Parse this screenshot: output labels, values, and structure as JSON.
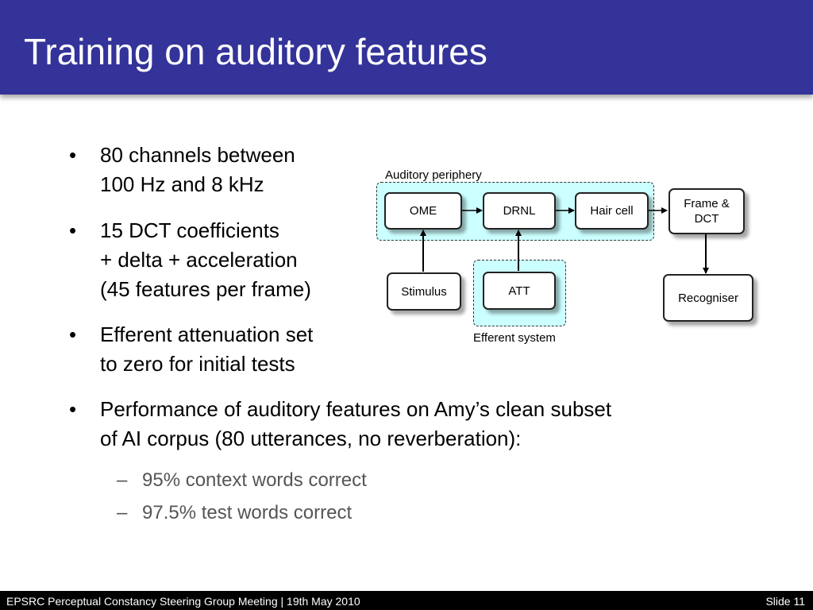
{
  "slide": {
    "title": "Training on auditory features",
    "bullets": [
      {
        "line1": "80 channels between",
        "line2": "100 Hz and 8 kHz"
      },
      {
        "line1": "15 DCT coefficients",
        "line2": "+ delta + acceleration",
        "line3": "(45 features per frame)"
      },
      {
        "line1": "Efferent attenuation set",
        "line2": "to zero for initial tests"
      },
      {
        "line1": "Performance of auditory features on Amy’s clean subset",
        "line2": "of AI corpus (80 utterances, no reverberation):"
      }
    ],
    "subbullets": [
      "95% context words correct",
      "97.5% test words correct"
    ],
    "bullet_symbol": "•",
    "sub_symbol": "–"
  },
  "diagram": {
    "periphery_label": "Auditory periphery",
    "efferent_label": "Efferent system",
    "boxes": {
      "ome": "OME",
      "drnl": "DRNL",
      "hair_cell": "Hair cell",
      "frame_dct_1": "Frame &",
      "frame_dct_2": "DCT",
      "stimulus": "Stimulus",
      "att": "ATT",
      "recogniser": "Recogniser"
    },
    "periphery_fill": "#ccffff"
  },
  "footer": {
    "left": "EPSRC Perceptual Constancy Steering Group Meeting | 19th May 2010",
    "right": "Slide 11"
  },
  "colors": {
    "header": "#333399",
    "footer": "#000000",
    "subtext": "#555555"
  }
}
